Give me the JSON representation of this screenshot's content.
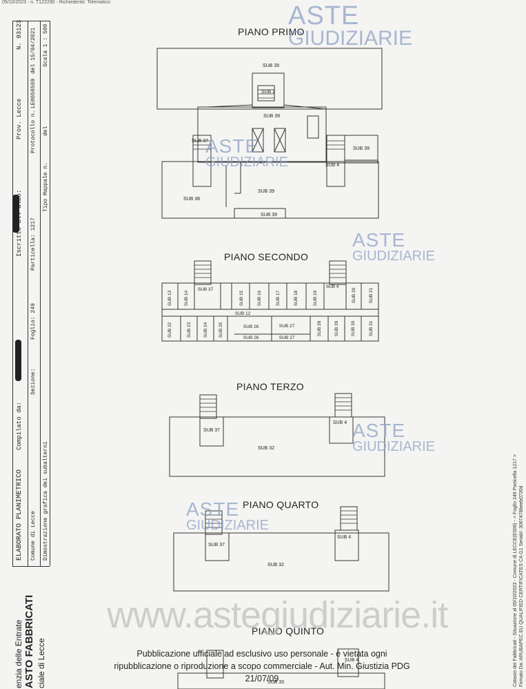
{
  "top_line": "05/10/2023 - n. T122290 - Richiedente: Telematico",
  "left_header": {
    "title": "ELABORATO PLANIMETRICO",
    "compilato_label": "Compilato da:",
    "iscritto_label": "Iscritto all'albo:",
    "prov_label": "Prov. Lecce",
    "n_label": "N. 03123",
    "comune_label": "Comune di Lecce",
    "sezione_label": "Sezione:",
    "foglio_label": "Foglio: 249",
    "particella_label": "Particella: 1217",
    "protocollo_label": "Protocollo n.",
    "protocollo_value": "LE0056569",
    "del_label": "del 15/04/2021",
    "dimostrazione_label": "Dimostrazione grafica dei subalterni",
    "tipo_mappale_label": "Tipo Mappale n.",
    "del2_label": "del",
    "scala_label": "Scala 1 : 500",
    "agency_1": "enzia delle Entrate",
    "agency_2": "ASTO FABBRICATI",
    "agency_3": "ciale di Lecce"
  },
  "watermark": {
    "line1": "ASTE",
    "line2": "GIUDIZIARIE",
    "site": "www.astegiudiziarie.it"
  },
  "notice": {
    "line1": "Pubblicazione ufficiale ad esclusivo uso personale - è vietata ogni",
    "line2": "ripubblicazione o riproduzione a scopo commerciale - Aut. Min. Giustizia PDG 21/07/09"
  },
  "right_side": {
    "line1": "Catasto dei Fabbricati - Situazione al 05/10/2023 - Comune di LECCE(E506) - < Foglio 249 Particella 1217 >",
    "line2": "Firmato Da: ARUBAPEC EU QUALIFIED CERTIFICATES CA G1 Serial#: 3067478beeb0730d"
  },
  "floors": {
    "primo": {
      "title": "PIANO PRIMO",
      "labels": [
        "SUB 39",
        "SUB 2",
        "SUB 39",
        "SUB 37",
        "SUB 4",
        "SUB 39",
        "SUB 38",
        "SUB 39",
        "SUB 39"
      ]
    },
    "secondo": {
      "title": "PIANO SECONDO",
      "labels": [
        "SUB 37",
        "SUB 4",
        "SUB 13",
        "SUB 14",
        "SUB 15",
        "SUB 16",
        "SUB 17",
        "SUB 18",
        "SUB 19",
        "SUB 20",
        "SUB 21",
        "SUB 12",
        "SUB 22",
        "SUB 23",
        "SUB 24",
        "SUB 25",
        "SUB 26",
        "SUB 27",
        "SUB 28",
        "SUB 29",
        "SUB 30",
        "SUB 31",
        "SUB 26",
        "SUB 27"
      ]
    },
    "terzo": {
      "title": "PIANO TERZO",
      "labels": [
        "SUB 37",
        "SUB 4",
        "SUB 32"
      ]
    },
    "quarto": {
      "title": "PIANO QUARTO",
      "labels": [
        "SUB 37",
        "SUB 4",
        "SUB 32"
      ]
    },
    "quinto": {
      "title": "PIANO QUINTO",
      "labels": [
        "SUB 4",
        "SUB 33"
      ]
    }
  }
}
